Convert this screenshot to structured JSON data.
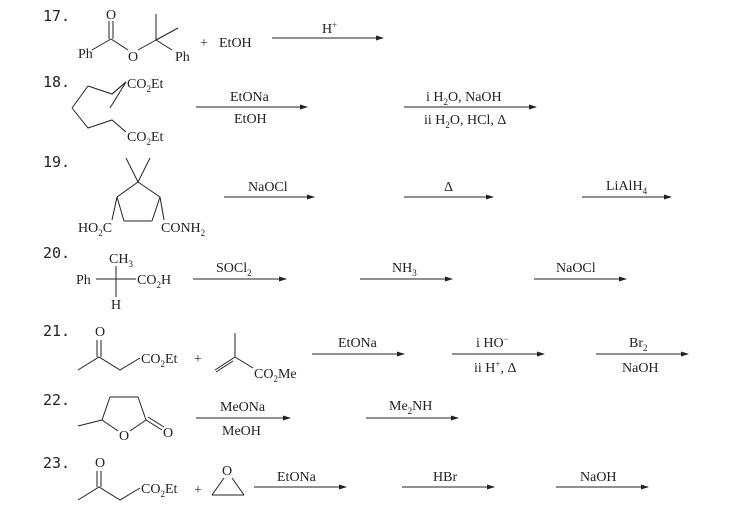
{
  "reactions": [
    {
      "number": "17.",
      "reactant": {
        "atoms": {
          "o_carbonyl": "O",
          "ph_left": "Ph",
          "o_ester": "O",
          "ph_right": "Ph"
        }
      },
      "plus": "+",
      "reagent2": "EtOH",
      "steps": [
        {
          "above": "H+",
          "above_main": "H",
          "above_sup": "+",
          "below": ""
        }
      ]
    },
    {
      "number": "18.",
      "reactant": {
        "atoms": {
          "top": "CO2Et",
          "bottom": "CO2Et"
        }
      },
      "steps": [
        {
          "above": "EtONa",
          "below": "EtOH"
        },
        {
          "above": "i H2O, NaOH",
          "below": "ii H2O, HCl, Δ"
        }
      ]
    },
    {
      "number": "19.",
      "reactant": {
        "atoms": {
          "left": "HO2C",
          "right": "CONH2"
        }
      },
      "steps": [
        {
          "above": "NaOCl",
          "below": ""
        },
        {
          "above": "Δ",
          "below": ""
        },
        {
          "above": "LiAlH4",
          "below": ""
        }
      ]
    },
    {
      "number": "20.",
      "reactant": {
        "atoms": {
          "top": "CH3",
          "left": "Ph",
          "right": "CO2H",
          "bottom": "H"
        }
      },
      "steps": [
        {
          "above": "SOCl2",
          "below": ""
        },
        {
          "above": "NH3",
          "below": ""
        },
        {
          "above": "NaOCl",
          "below": ""
        }
      ]
    },
    {
      "number": "21.",
      "reactant": {
        "atoms": {
          "o": "O",
          "ester": "CO2Et"
        }
      },
      "plus": "+",
      "reactant2": {
        "atoms": {
          "ester": "CO2Me"
        }
      },
      "steps": [
        {
          "above": "EtONa",
          "below": ""
        },
        {
          "above": "i HO−",
          "below": "ii H+, Δ"
        },
        {
          "above": "Br2",
          "below": "NaOH"
        }
      ]
    },
    {
      "number": "22.",
      "reactant": {
        "atoms": {
          "ring_o": "O",
          "carbonyl_o": "O"
        }
      },
      "steps": [
        {
          "above": "MeONa",
          "below": "MeOH"
        },
        {
          "above": "Me2NH",
          "below": ""
        }
      ]
    },
    {
      "number": "23.",
      "reactant": {
        "atoms": {
          "o": "O",
          "ester": "CO2Et"
        }
      },
      "plus": "+",
      "reactant2": {
        "atoms": {
          "o": "O"
        }
      },
      "steps": [
        {
          "above": "EtONa",
          "below": ""
        },
        {
          "above": "HBr",
          "below": ""
        },
        {
          "above": "NaOH",
          "below": ""
        }
      ]
    }
  ]
}
